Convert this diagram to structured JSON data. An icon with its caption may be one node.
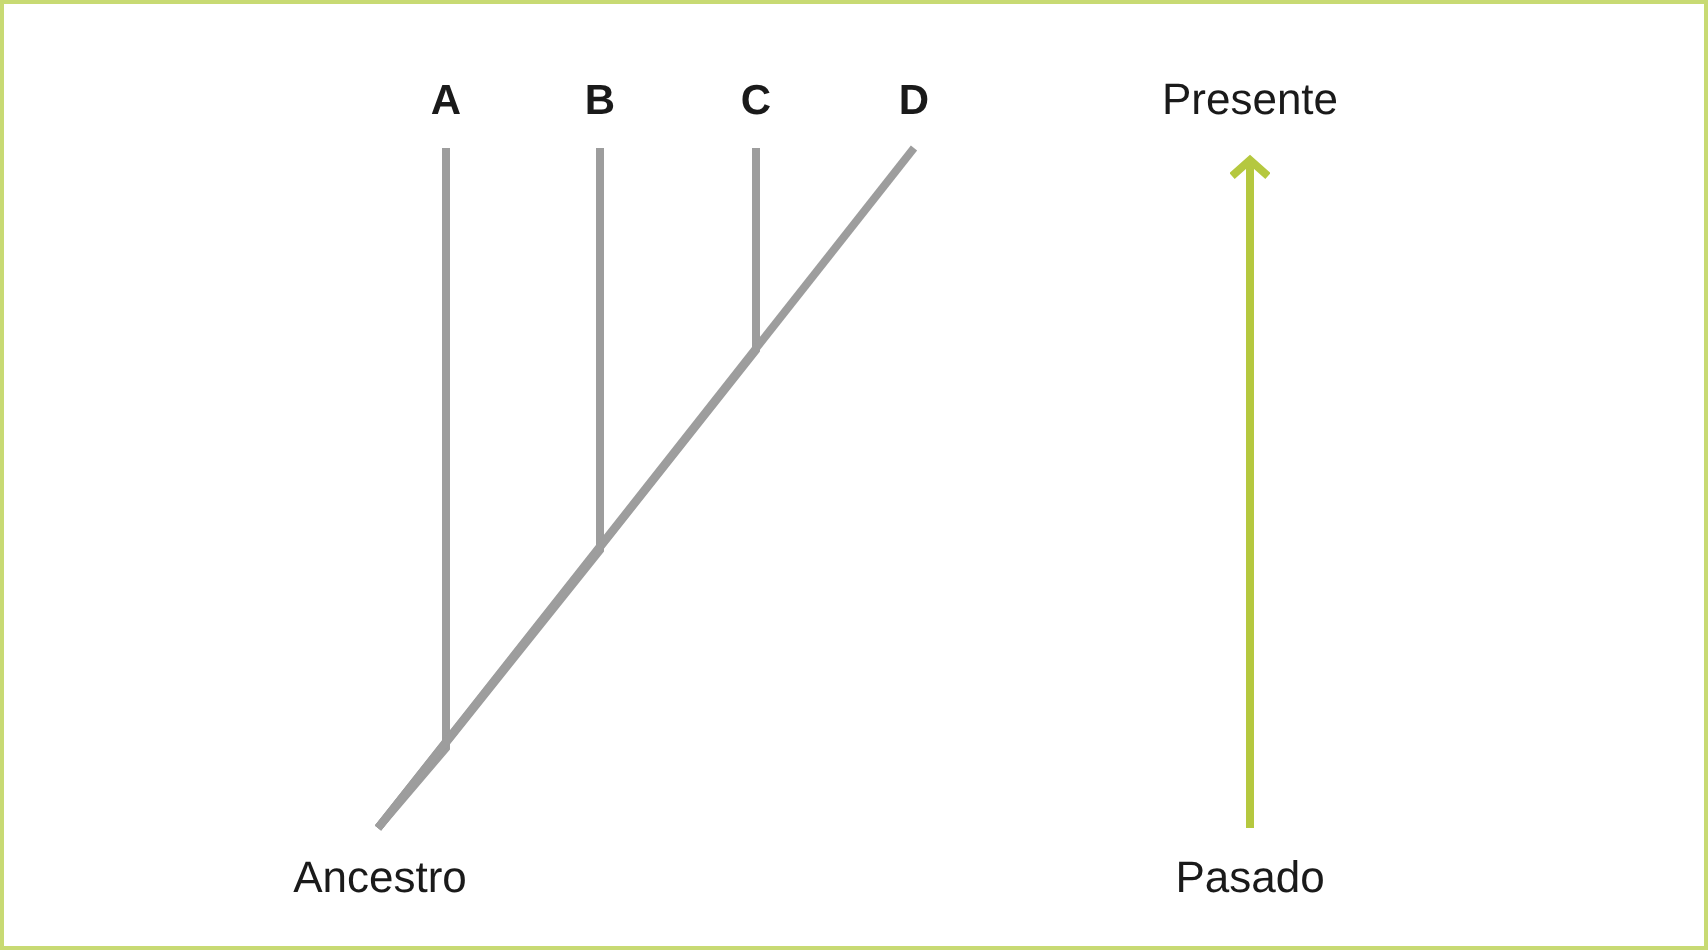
{
  "diagram": {
    "nodes": [
      {
        "text": [
          "A"
        ]
      },
      {
        "text": [
          "B"
        ]
      },
      {
        "text": [
          "C"
        ]
      },
      {
        "text": [
          "D"
        ]
      },
      {
        "text": [
          "Presente"
        ]
      },
      {
        "text": [
          "Ancestro"
        ]
      },
      {
        "text": [
          "Pasado"
        ]
      }
    ],
    "edges": [
      {
        "from": 5,
        "to": 0,
        "arrow": "none"
      },
      {
        "from": 5,
        "to": 1,
        "arrow": "none"
      },
      {
        "from": 5,
        "to": 2,
        "arrow": "none"
      },
      {
        "from": 5,
        "to": 3,
        "arrow": "none"
      },
      {
        "from": 6,
        "to": 4,
        "arrow": "to",
        "color": "#b5c83f"
      }
    ]
  }
}
